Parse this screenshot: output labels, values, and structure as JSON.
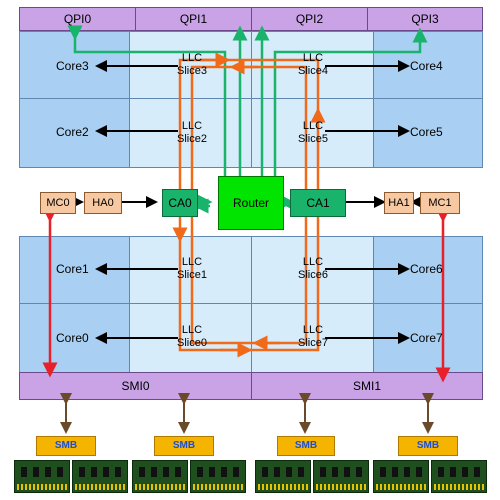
{
  "qpi": [
    "QPI0",
    "QPI1",
    "QPI2",
    "QPI3"
  ],
  "cores_left": [
    "Core3",
    "Core2",
    "Core1",
    "Core0"
  ],
  "cores_right": [
    "Core4",
    "Core5",
    "Core6",
    "Core7"
  ],
  "slices": [
    {
      "line1": "LLC",
      "line2": "Slice3"
    },
    {
      "line1": "LLC",
      "line2": "Slice4"
    },
    {
      "line1": "LLC",
      "line2": "Slice2"
    },
    {
      "line1": "LLC",
      "line2": "Slice5"
    },
    {
      "line1": "LLC",
      "line2": "Slice1"
    },
    {
      "line1": "LLC",
      "line2": "Slice6"
    },
    {
      "line1": "LLC",
      "line2": "Slice0"
    },
    {
      "line1": "LLC",
      "line2": "Slice7"
    }
  ],
  "mc_left": {
    "mc": "MC0",
    "ha": "HA0"
  },
  "mc_right": {
    "ha": "HA1",
    "mc": "MC1"
  },
  "ca_left": "CA0",
  "ca_right": "CA1",
  "router": "Router",
  "smi": [
    "SMI0",
    "SMI1"
  ],
  "smb": [
    "SMB",
    "SMB",
    "SMB",
    "SMB"
  ],
  "colors": {
    "qpi": "#c9a3e6",
    "core": "#a9d0f2",
    "slice": "#d6ecfb",
    "ring_green": "#19b36b",
    "ring_orange": "#f06a1a",
    "memory_arrow": "#e8202a",
    "smb_arrow": "#6b4a2a",
    "router": "#00e400"
  }
}
